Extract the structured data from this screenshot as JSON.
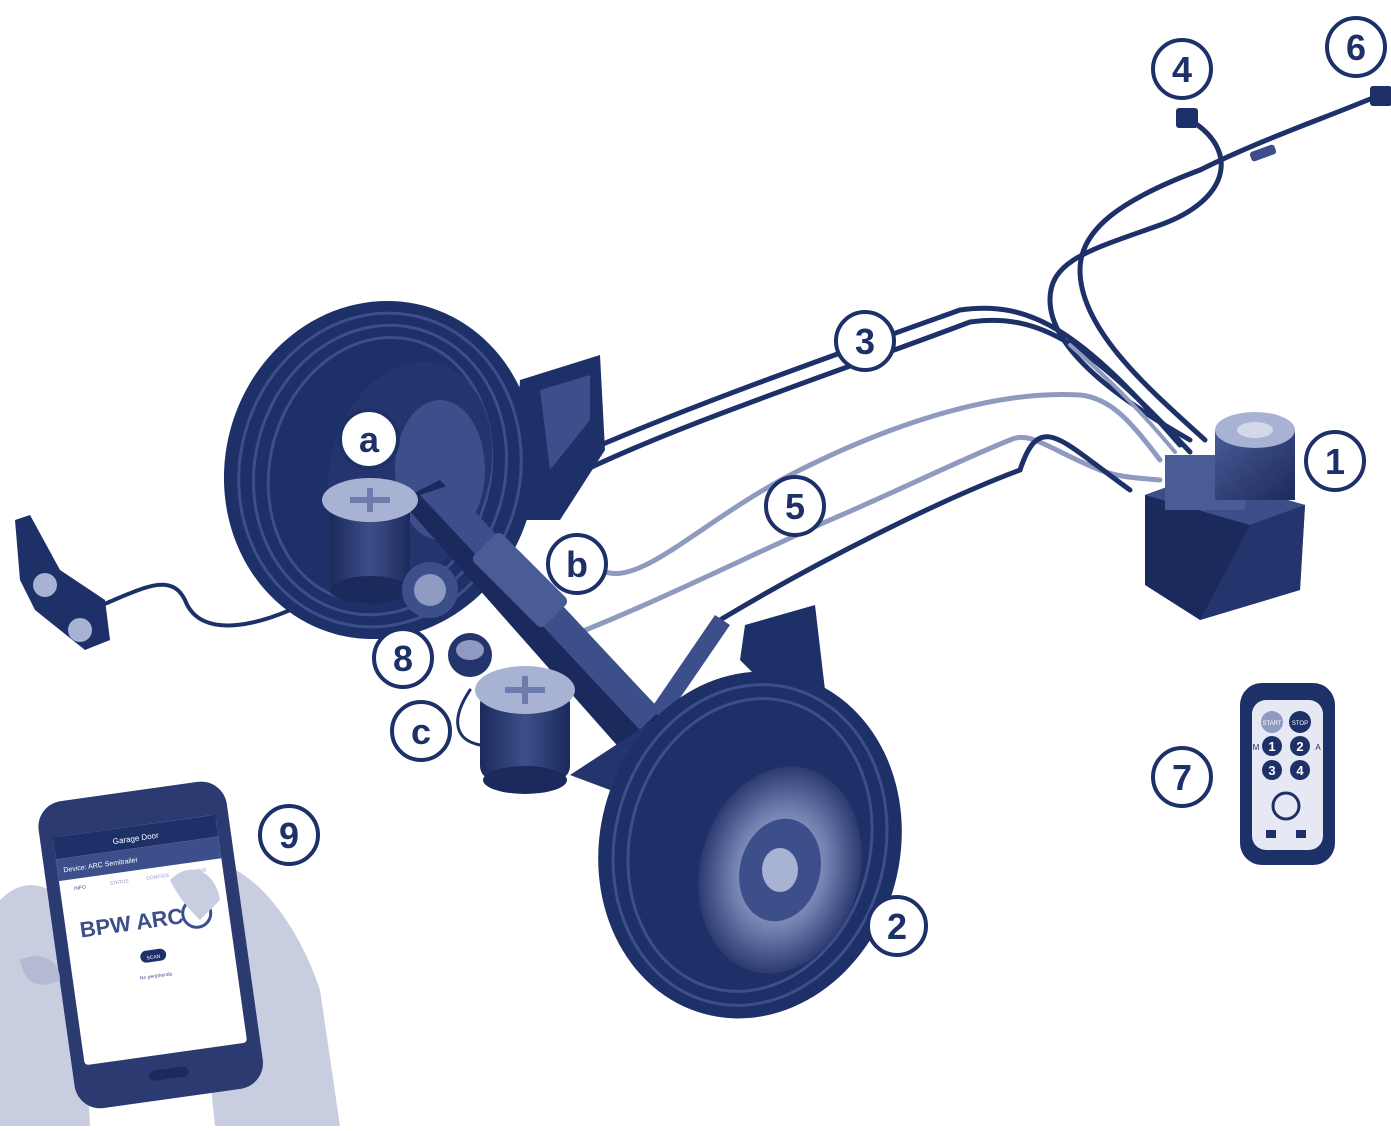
{
  "colors": {
    "ink": "#1d3068",
    "dark": "#1b2a5c",
    "mid": "#3d4f8a",
    "light": "#8e9ac0",
    "background": "#ffffff"
  },
  "callouts": {
    "c1": "1",
    "c2": "2",
    "c3": "3",
    "c4": "4",
    "c5": "5",
    "c6": "6",
    "c7": "7",
    "c8": "8",
    "c9": "9",
    "ca": "a",
    "cb": "b",
    "cc": "c"
  },
  "remote": {
    "start": "START",
    "stop": "STOP",
    "b1": "1",
    "b2": "2",
    "b3": "3",
    "b4": "4",
    "m": "M",
    "a": "A"
  },
  "phone": {
    "title": "Garage Door",
    "device": "Device: ARC Semitrailer",
    "tabs": [
      "INFO",
      "STATUS",
      "CONFIGS",
      "ALARMS"
    ],
    "brand": "BPW ARC",
    "button": "SCAN",
    "status": "No peripherals"
  },
  "icons": {
    "wheel": "tyre-icon",
    "pump": "hydraulic-unit-icon",
    "remote": "remote-control-icon",
    "phone": "smartphone-icon"
  }
}
